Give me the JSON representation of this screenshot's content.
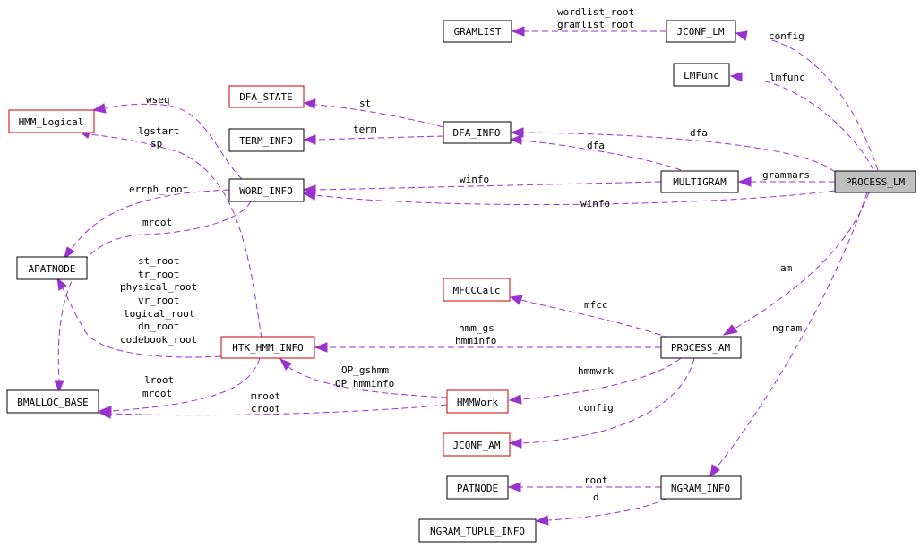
{
  "diagram": {
    "nodes": {
      "process_lm": "PROCESS_LM",
      "jconf_lm": "JCONF_LM",
      "gramlist": "GRAMLIST",
      "lmfunc": "LMFunc",
      "dfa_info": "DFA_INFO",
      "dfa_state": "DFA_STATE",
      "term_info": "TERM_INFO",
      "hmm_logical": "HMM_Logical",
      "word_info": "WORD_INFO",
      "multigram": "MULTIGRAM",
      "apatnode": "APATNODE",
      "mfcccalc": "MFCCCalc",
      "htk_hmm_info": "HTK_HMM_INFO",
      "process_am": "PROCESS_AM",
      "bmalloc_base": "BMALLOC_BASE",
      "hmmwork": "HMMWork",
      "jconf_am": "JCONF_AM",
      "patnode": "PATNODE",
      "ngram_info": "NGRAM_INFO",
      "ngram_tuple_info": "NGRAM_TUPLE_INFO"
    },
    "edge_labels": {
      "wordlist_root": "wordlist_root",
      "gramlist_root": "gramlist_root",
      "config_lm": "config",
      "lmfunc": "lmfunc",
      "st": "st",
      "term": "term",
      "dfa_from_lm": "dfa",
      "dfa_from_multigram": "dfa",
      "wseq": "wseq",
      "lgstart": "lgstart",
      "sp": "sp",
      "grammars": "grammars",
      "errph_root": "errph_root",
      "winfo_multigram": "winfo",
      "winfo_lm": "winfo",
      "mroot_word": "mroot",
      "am": "am",
      "st_root": "st_root",
      "tr_root": "tr_root",
      "physical_root": "physical_root",
      "vr_root": "vr_root",
      "logical_root": "logical_root",
      "dn_root": "dn_root",
      "codebook_root": "codebook_root",
      "mfcc": "mfcc",
      "ngram": "ngram",
      "hmm_gs": "hmm_gs",
      "hmminfo": "hmminfo",
      "lroot": "lroot",
      "mroot_htk": "mroot",
      "op_gshmm": "OP_gshmm",
      "op_hmminfo": "OP_hmminfo",
      "hmmwrk": "hmmwrk",
      "mroot_work": "mroot",
      "croot": "croot",
      "config_am": "config",
      "root": "root",
      "d": "d"
    },
    "colors": {
      "edge": "#9a32cd",
      "red_border": "#cc0000",
      "current_fill": "#bfbfbf"
    }
  }
}
